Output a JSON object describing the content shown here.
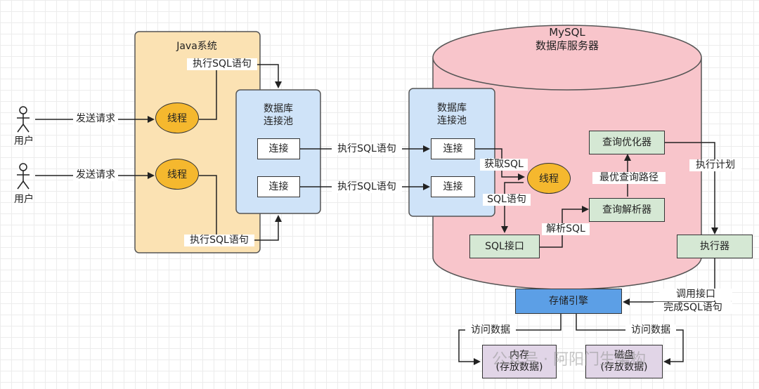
{
  "users": [
    {
      "label": "用户",
      "action": "发送请求"
    },
    {
      "label": "用户",
      "action": "发送请求"
    }
  ],
  "java_system": {
    "title": "Java系统",
    "thread_label": "线程",
    "exec_sql_top": "执行SQL语句",
    "exec_sql_bottom": "执行SQL语句"
  },
  "client_pool": {
    "title_line1": "数据库",
    "title_line2": "连接池",
    "connection_label": "连接"
  },
  "links": {
    "exec_sql_1": "执行SQL语句",
    "exec_sql_2": "执行SQL语句"
  },
  "mysql": {
    "title_line1": "MySQL",
    "title_line2": "数据库服务器",
    "pool_title_line1": "数据库",
    "pool_title_line2": "连接池",
    "connection_label": "连接",
    "get_sql": "获取SQL",
    "thread_label": "线程",
    "sql_statement": "SQL语句",
    "sql_interface": "SQL接口",
    "parse_sql": "解析SQL",
    "query_parser": "查询解析器",
    "best_path": "最优查询路径",
    "query_optimizer": "查询优化器",
    "exec_plan": "执行计划",
    "executor": "执行器",
    "call_interface_line1": "调用接口",
    "call_interface_line2": "完成SQL语句"
  },
  "storage": {
    "engine": "存储引擎",
    "access_left": "访问数据",
    "access_right": "访问数据",
    "memory_line1": "内存",
    "memory_line2": "(存放数据)",
    "disk_line1": "磁盘",
    "disk_line2": "(存放数据)"
  },
  "watermark": "公众号 · 阿阳门生架构",
  "colors": {
    "java_bg": "#fbe2b3",
    "pool_bg": "#cfe3f8",
    "cylinder_bg": "#f8c5cb",
    "thread": "#f5b82e",
    "green": "#d5e8d4",
    "purple": "#e1d5e7",
    "engine": "#5c9fe6"
  }
}
